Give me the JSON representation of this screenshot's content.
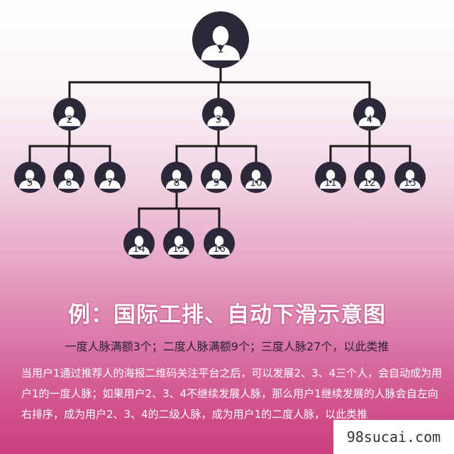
{
  "diagram": {
    "nodes": [
      {
        "id": "1",
        "label": "1",
        "level": 0
      },
      {
        "id": "2",
        "label": "2",
        "level": 1,
        "parent": "1"
      },
      {
        "id": "3",
        "label": "3",
        "level": 1,
        "parent": "1"
      },
      {
        "id": "4",
        "label": "4",
        "level": 1,
        "parent": "1"
      },
      {
        "id": "5",
        "label": "5",
        "level": 2,
        "parent": "2"
      },
      {
        "id": "6",
        "label": "6",
        "level": 2,
        "parent": "2"
      },
      {
        "id": "7",
        "label": "7",
        "level": 2,
        "parent": "2"
      },
      {
        "id": "8",
        "label": "8",
        "level": 2,
        "parent": "3"
      },
      {
        "id": "9",
        "label": "9",
        "level": 2,
        "parent": "3"
      },
      {
        "id": "10",
        "label": "10",
        "level": 2,
        "parent": "3"
      },
      {
        "id": "11",
        "label": "11",
        "level": 2,
        "parent": "4"
      },
      {
        "id": "12",
        "label": "12",
        "level": 2,
        "parent": "4"
      },
      {
        "id": "13",
        "label": "13",
        "level": 2,
        "parent": "4"
      },
      {
        "id": "14",
        "label": "14",
        "level": 3,
        "parent": "8"
      },
      {
        "id": "15",
        "label": "15",
        "level": 3,
        "parent": "8"
      },
      {
        "id": "16",
        "label": "16",
        "level": 3,
        "parent": "8"
      }
    ]
  },
  "colors": {
    "node": "#2d2839",
    "line": "#1a1a1a",
    "silhouette": "#ffffff"
  },
  "icon": "user-silhouette-icon",
  "title": "例：国际工排、自动下滑示意图",
  "subtitle": "一度人脉满额3个；二度人脉满额9个；三度人脉27个，以此类推",
  "description": "当用户1通过推荐人的海报二维码关注平台之后，可以发展2、3、4三个人，会自动成为用户1的一度人脉；如果用户2、3、4不继续发展人脉，那么用户1继续发展的人脉会自左向右排序，成为用户2、3、4的二级人脉，成为用户1的二度人脉，以此类推",
  "watermark": "98sucai.com"
}
